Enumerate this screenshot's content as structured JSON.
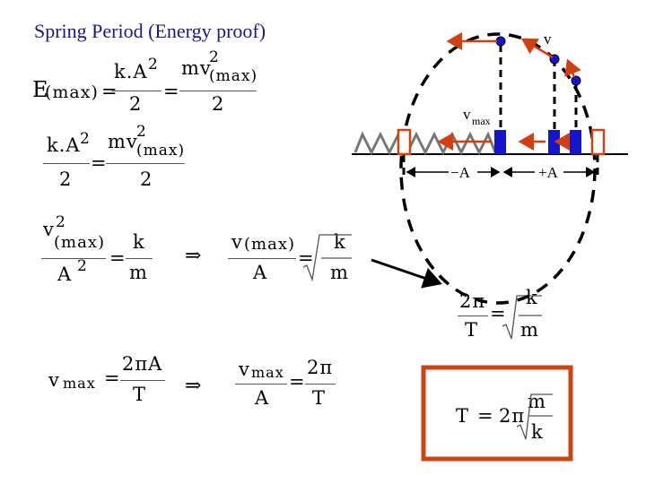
{
  "title": "Spring Period (Energy proof)",
  "eq1": {
    "lhs_E": "E",
    "lhs_sub": "(max)",
    "equals_1": "=",
    "kA2_top": "k.A",
    "kA2_exp": "2",
    "den_1": "2",
    "equals_2": "=",
    "mv_top": "mv",
    "mv_sup": "2",
    "mv_sub": "(max)",
    "den_2": "2"
  },
  "eq2": {
    "kA2_top": "k.A",
    "kA2_exp": "2",
    "den_1": "2",
    "equals": "=",
    "mv_top": "mv",
    "mv_sup": "2",
    "mv_sub": "(max)",
    "den_2": "2"
  },
  "eq3": {
    "v_top": "v",
    "v_sup": "2",
    "v_sub": "(max)",
    "A_bot": "A",
    "A_exp": "2",
    "equals": "=",
    "k_top": "k",
    "m_bot": "m",
    "implies": "⇒",
    "r_v": "v",
    "r_sub": "(max)",
    "r_A": "A",
    "r_equals": "=",
    "r_k": "k",
    "r_m": "m"
  },
  "eq4": {
    "vmax": "v",
    "vmax_sub": "max",
    "equals": "=",
    "num": "2πA",
    "den": "T",
    "implies": "⇒",
    "r_v": "v",
    "r_sub": "max",
    "r_A": "A",
    "r_equals": "=",
    "r_num": "2π",
    "r_den": "T"
  },
  "eq5": {
    "num": "2π",
    "den": "T",
    "equals": "=",
    "k": "k",
    "m": "m"
  },
  "eq6": {
    "T": "T",
    "equals": "=",
    "two_pi": "2π",
    "m": "m",
    "k": "k"
  },
  "diagram": {
    "v_label": "v",
    "vmax_label": "v",
    "vmax_sub": "max",
    "minus_A": "−A",
    "plus_A": "+A"
  },
  "colors": {
    "title": "#1a1a80",
    "arrow": "#d04010",
    "block": "#1515cc",
    "box": "#cc4411",
    "spring": "#777777"
  }
}
